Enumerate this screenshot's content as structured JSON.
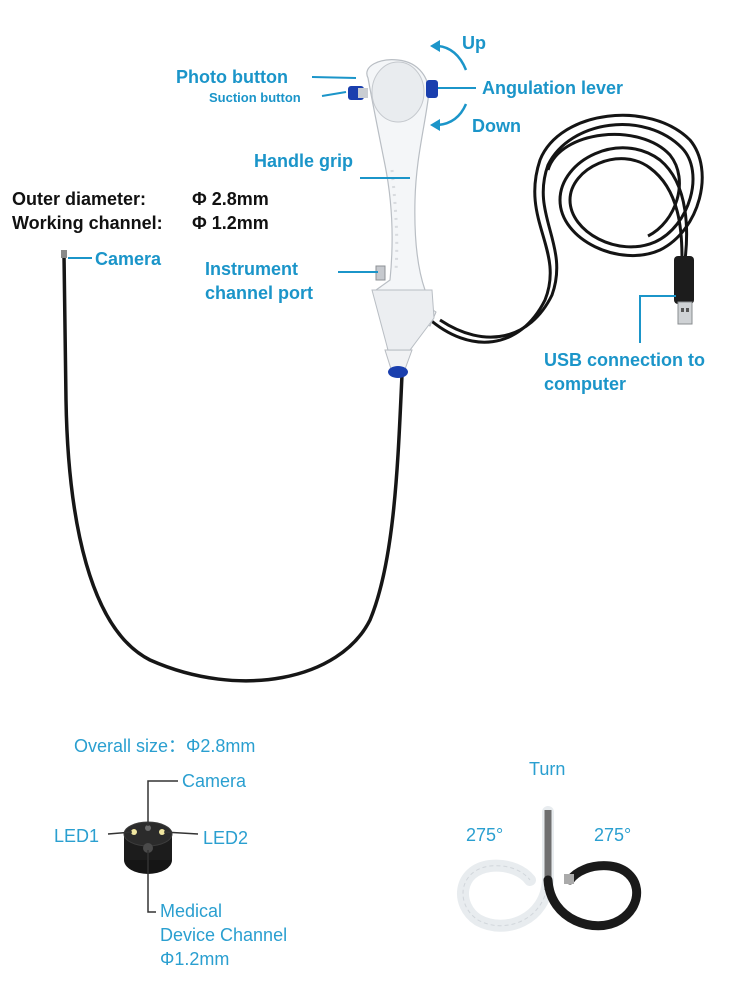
{
  "colors": {
    "accent": "#1b95c9",
    "handle": "#f4f6f8",
    "knob": "#1a3fae",
    "cable": "#151515"
  },
  "icons": [
    "arrow-up-icon",
    "arrow-down-icon"
  ],
  "specs": {
    "outer_diameter_label": "Outer diameter:",
    "outer_diameter_value": "Φ 2.8mm",
    "working_channel_label": "Working channel:",
    "working_channel_value": "Φ 1.2mm"
  },
  "labels": {
    "photo_button": "Photo button",
    "suction_button": "Suction button",
    "up": "Up",
    "angulation_lever": "Angulation lever",
    "down": "Down",
    "handle_grip": "Handle grip",
    "camera": "Camera",
    "instrument_channel_port_line1": "Instrument",
    "instrument_channel_port_line2": "channel port",
    "usb_line1": "USB connection to",
    "usb_line2": "computer"
  },
  "tip_detail": {
    "overall_size": "Overall size：Φ2.8mm",
    "camera": "Camera",
    "led1": "LED1",
    "led2": "LED2",
    "channel_line1": "Medical",
    "channel_line2": "Device Channel",
    "channel_line3": "Φ1.2mm"
  },
  "turn_detail": {
    "title": "Turn",
    "left_angle": "275°",
    "right_angle": "275°"
  }
}
